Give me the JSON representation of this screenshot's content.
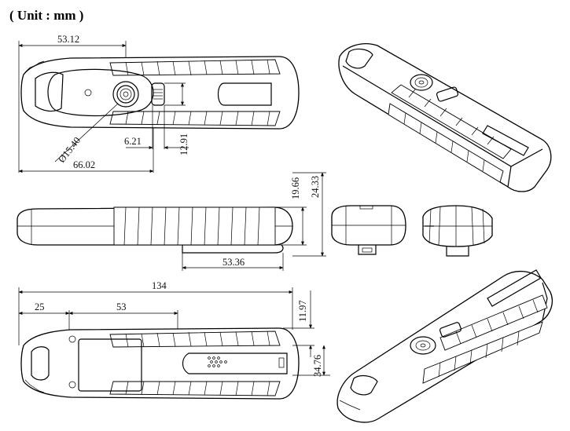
{
  "title": "( Unit : mm )",
  "dimensions": {
    "top_length": "53.12",
    "lens_diameter": "Ø15.40",
    "switch_offset": "6.21",
    "switch_width": "12.91",
    "overall_to_switch": "66.02",
    "side_height_a": "19.66",
    "side_height_b": "24.33",
    "clip_length": "53.36",
    "overall_length": "134",
    "front_section": "25",
    "window_length": "53",
    "bottom_offset": "11.97",
    "bottom_width": "34.76"
  }
}
